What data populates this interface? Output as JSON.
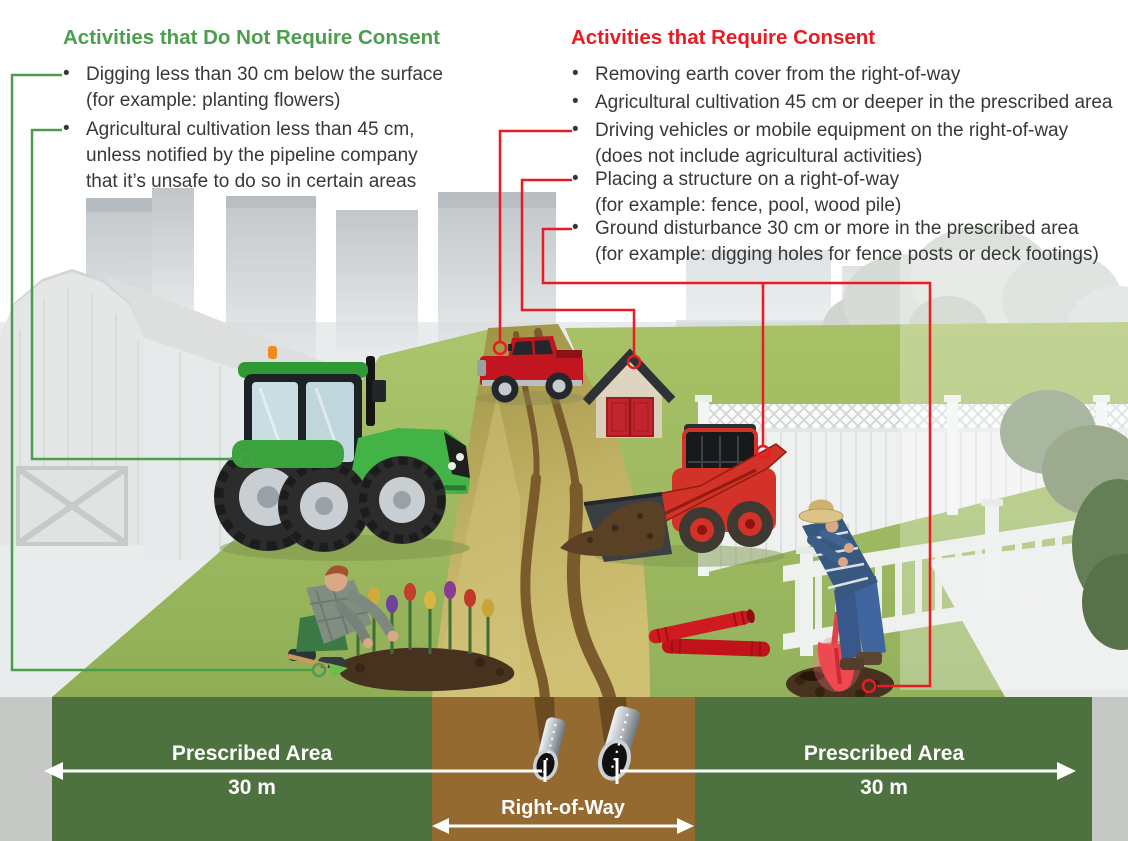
{
  "left_panel": {
    "heading": "Activities that Do Not Require Consent",
    "items": [
      {
        "lines": [
          "Digging less than 30 cm below the surface",
          "(for example: planting flowers)"
        ]
      },
      {
        "lines": [
          "Agricultural cultivation less than 45 cm,",
          "unless notified by the pipeline company",
          "that it’s unsafe to do so in certain areas"
        ]
      }
    ]
  },
  "right_panel": {
    "heading": "Activities that Require Consent",
    "items": [
      {
        "lines": [
          "Removing earth cover from the right-of-way"
        ]
      },
      {
        "lines": [
          "Agricultural cultivation 45 cm or deeper in the prescribed area"
        ]
      },
      {
        "lines": [
          "Driving vehicles or mobile equipment on the right-of-way",
          "(does not include agricultural activities)"
        ]
      },
      {
        "lines": [
          "Placing a structure on a right-of-way",
          "(for example: fence, pool, wood pile)"
        ]
      },
      {
        "lines": [
          "Ground disturbance 30 cm or more in the prescribed area",
          "(for example: digging holes for fence posts or deck footings)"
        ]
      }
    ]
  },
  "ground_labels": {
    "prescribed_left": {
      "label": "Prescribed Area",
      "distance": "30 m"
    },
    "right_of_way": {
      "label": "Right-of-Way"
    },
    "prescribed_right": {
      "label": "Prescribed Area",
      "distance": "30 m"
    }
  },
  "ui": {
    "bullet": "•"
  },
  "colors": {
    "consent_green": "#4a9e4c",
    "consent_red": "#ea1b22",
    "body_text": "#383838",
    "grass": "#a5bf66",
    "right_of_way_strip": "#b4a455",
    "band_green": "#4e7140",
    "band_brown": "#946a30",
    "band_grey": "#c6c8c5",
    "label_white": "#ffffff"
  }
}
